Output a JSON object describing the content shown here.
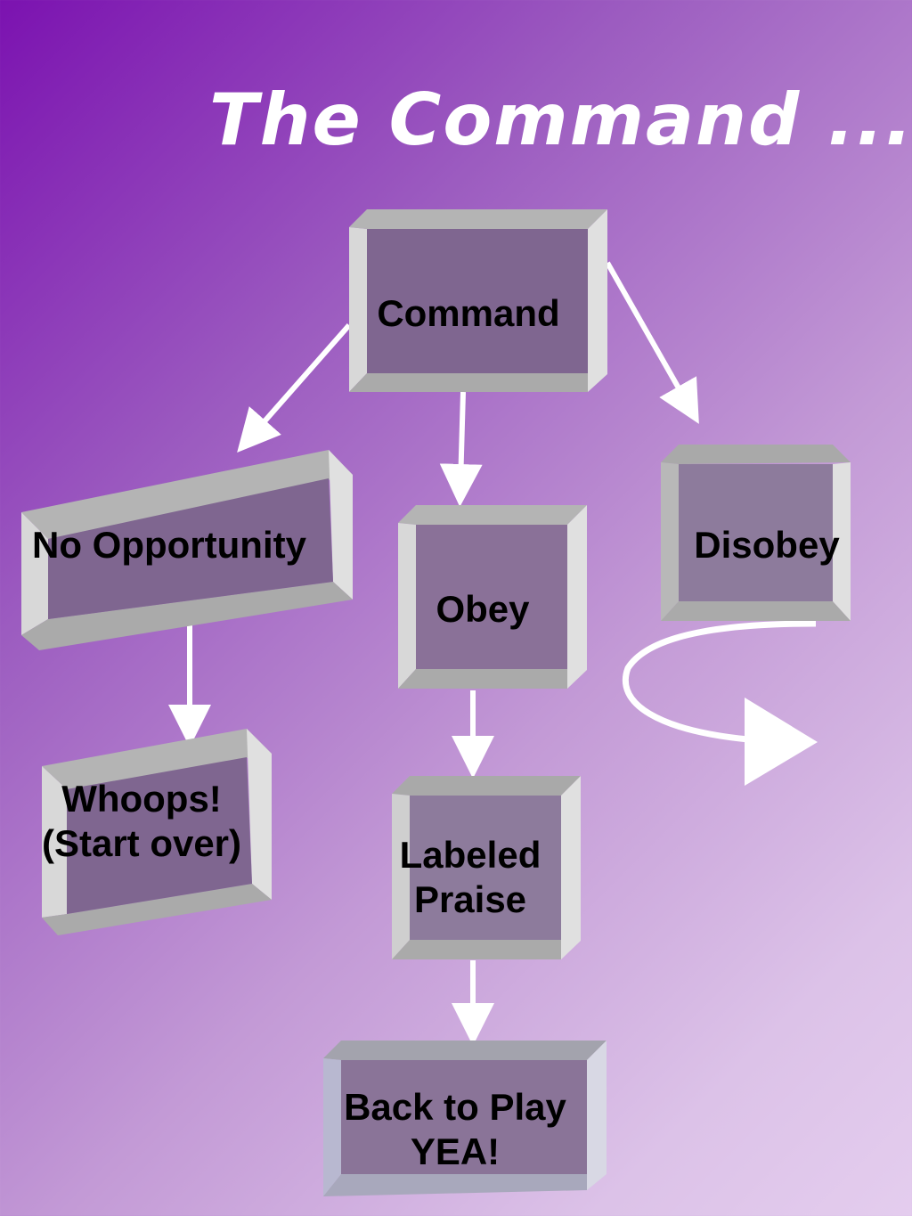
{
  "title": "The Command ...",
  "nodes": {
    "command": "Command",
    "no_opportunity": "No Opportunity",
    "obey": "Obey",
    "disobey": "Disobey",
    "whoops_line1": "Whoops!",
    "whoops_line2": "(Start over)",
    "labeled_line1": "Labeled",
    "labeled_line2": "Praise",
    "back_line1": "Back to Play",
    "back_line2": "YEA!"
  },
  "colors": {
    "box_face": "#7f6690",
    "box_bevel_light": "#d6d6d6",
    "box_bevel_dark": "#a9a9a9",
    "arrow": "#ffffff"
  }
}
